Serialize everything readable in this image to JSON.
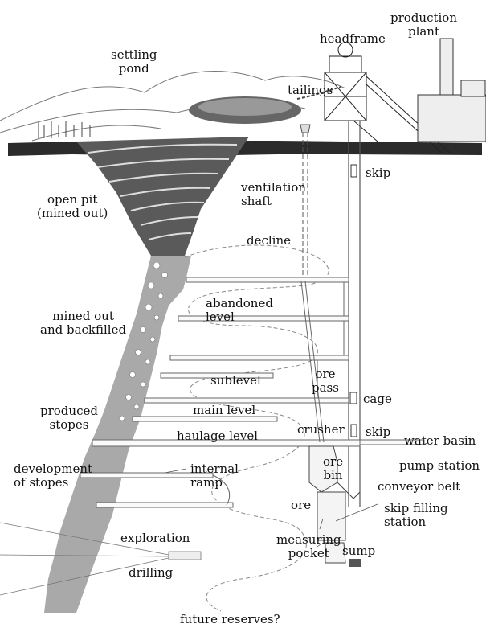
{
  "labels": {
    "production_plant": "production\nplant",
    "headframe": "headframe",
    "settling_pond": "settling\npond",
    "tailings": "tailings",
    "skip_top": "skip",
    "open_pit": "open pit\n(mined out)",
    "ventilation_shaft": "ventilation\nshaft",
    "decline": "decline",
    "abandoned_level": "abandoned\nlevel",
    "mined_out_backfilled": "mined out\nand backfilled",
    "sublevel": "sublevel",
    "ore_pass": "ore\npass",
    "cage": "cage",
    "produced_stopes": "produced\nstopes",
    "main_level": "main level",
    "skip_bottom": "skip",
    "crusher": "crusher",
    "haulage_level": "haulage level",
    "water_basin": "water basin",
    "development_of_stopes": "development\nof stopes",
    "internal_ramp": "internal\nramp",
    "ore_bin": "ore\nbin",
    "pump_station": "pump station",
    "conveyor_belt": "conveyor belt",
    "ore": "ore",
    "skip_filling_station": "skip filling\nstation",
    "exploration": "exploration",
    "measuring_pocket": "measuring\npocket",
    "sump": "sump",
    "drilling": "drilling",
    "future_reserves": "future reserves?"
  },
  "colors": {
    "ore_body": "#a9a9a9",
    "ground_band": "#2b2b2b",
    "line": "#333333",
    "background": "#ffffff"
  }
}
